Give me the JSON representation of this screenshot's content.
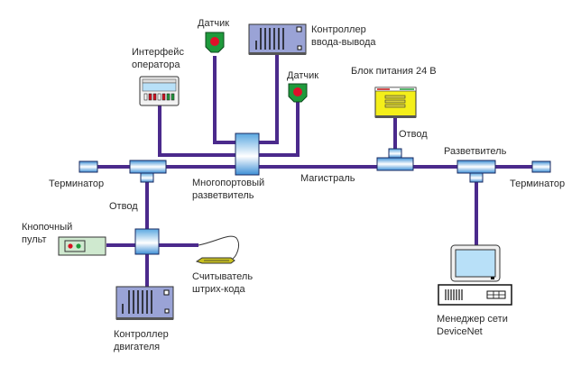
{
  "diagram": {
    "title": "DeviceNet network topology",
    "colors": {
      "cable": "#4b2a8c",
      "connector_top": "#5aa7e0",
      "connector_mid": "#ffffff",
      "sensor_green": "#1f9a3c",
      "sensor_red": "#e0102a",
      "controller_fill": "#9aa3d6",
      "power_yellow": "#f4ef1a",
      "pc_screen": "#b8e0f8",
      "keypad_green": "#cfe9cf"
    },
    "labels": {
      "sensor_1": "Датчик",
      "io_controller": "Контроллер\nввода-вывода",
      "operator_interface": "Интерфейс\nоператора",
      "sensor_2": "Датчик",
      "power_supply": "Блок питания 24 В",
      "tap_power": "Отвод",
      "terminator_left": "Терминатор",
      "multiport_splitter": "Многопортовый\nразветвитель",
      "trunk": "Магистраль",
      "splitter_right": "Разветвитель",
      "terminator_right": "Терминатор",
      "tap_left": "Отвод",
      "push_button_panel": "Кнопочный\nпульт",
      "barcode_reader": "Считыватель\nштрих-кода",
      "motor_controller": "Контроллер\nдвигателя",
      "network_manager": "Менеджер сети\nDeviceNet"
    }
  }
}
